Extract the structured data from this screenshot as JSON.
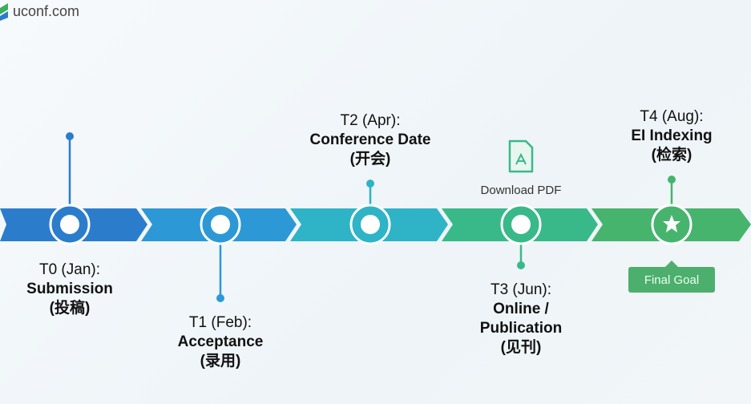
{
  "site": {
    "name": "uconf.com"
  },
  "milestones": [
    {
      "time": "T0 (Jan):",
      "title": "Submission",
      "cn": "(投稿)"
    },
    {
      "time": "T1 (Feb):",
      "title": "Acceptance",
      "cn": "(录用)"
    },
    {
      "time": "T2 (Apr):",
      "title": "Conference Date",
      "cn": "(开会)"
    },
    {
      "time": "T3 (Jun):",
      "title": "Online /",
      "title2": "Publication",
      "cn": "(见刊)"
    },
    {
      "time": "T4 (Aug):",
      "title": "EI Indexing",
      "cn": "(检索)"
    }
  ],
  "download": {
    "label": "Download PDF"
  },
  "final_goal": {
    "label": "Final Goal"
  },
  "colors": {
    "seg1": "#2b7dcc",
    "seg2": "#2d98d6",
    "seg3": "#2fb3c6",
    "seg4": "#39b98a",
    "seg5": "#47b46e"
  }
}
